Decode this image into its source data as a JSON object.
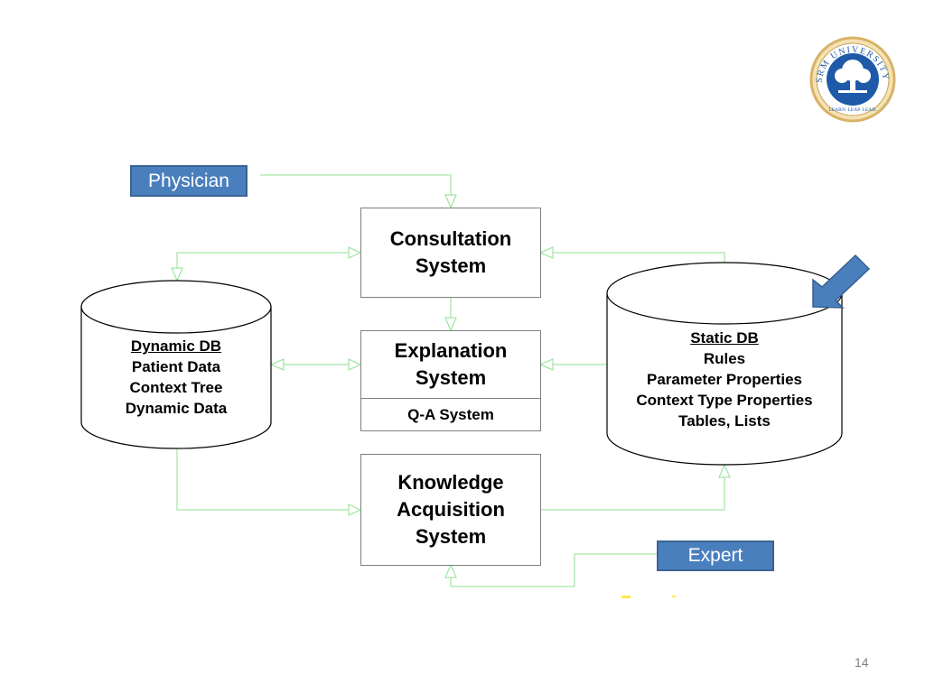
{
  "physician": "Physician",
  "expert": "Expert",
  "consultation": {
    "lines": [
      "Consultation",
      "System"
    ]
  },
  "explanation": {
    "lines": [
      "Explanation",
      "System"
    ],
    "sub": "Q-A System"
  },
  "knowledge": {
    "lines": [
      "Knowledge",
      "Acquisition",
      "System"
    ]
  },
  "dynamic_db": {
    "title": "Dynamic DB",
    "lines": [
      "Patient Data",
      "Context Tree",
      "Dynamic Data"
    ]
  },
  "static_db": {
    "title": "Static DB",
    "lines": [
      "Rules",
      "Parameter Properties",
      "Context Type Properties",
      "Tables, Lists"
    ]
  },
  "logo": {
    "text": "SRM UNIVERSITY",
    "motto": "LEARN. LEAP. LEAD."
  },
  "page_number": "14",
  "colors": {
    "connector": "#8fe08f",
    "label_fill": "#4a7fbd",
    "pointer_arrow": "#4a7fbd",
    "logo_gold": "#d8b266",
    "logo_blue": "#1f5aa8"
  }
}
